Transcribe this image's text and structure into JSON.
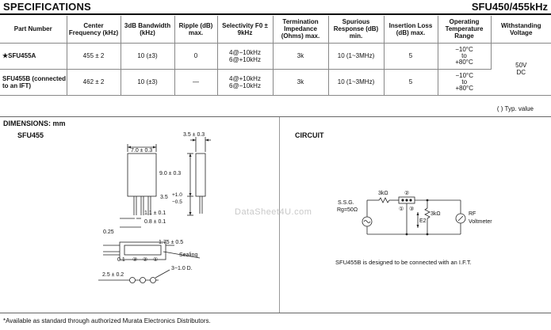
{
  "header": {
    "title": "SPECIFICATIONS",
    "model": "SFU450/455kHz"
  },
  "table": {
    "columns": [
      "Part Number",
      "Center Frequency (kHz)",
      "3dB Bandwidth (kHz)",
      "Ripple (dB) max.",
      "Selectivity F0 ± 9kHz",
      "Termination Impedance (Ohms) max.",
      "Spurious Response (dB) min.",
      "Insertion Loss (dB) max.",
      "Operating Temperature Range",
      "Withstanding Voltage"
    ],
    "rows": [
      {
        "part": "★SFU455A",
        "freq": "455 ± 2",
        "bw": "10 (±3)",
        "ripple": "0",
        "sel1": "4@−10kHz",
        "sel2": "6@+10kHz",
        "imp": "3k",
        "spur": "10 (1~3MHz)",
        "loss": "5",
        "t1": "−10°C",
        "t2": "to",
        "t3": "+80°C"
      },
      {
        "part": "SFU455B (connected to an IFT)",
        "freq": "462 ± 2",
        "bw": "10 (±3)",
        "ripple": "—",
        "sel1": "4@+10kHz",
        "sel2": "6@−10kHz",
        "imp": "3k",
        "spur": "10 (1~3MHz)",
        "loss": "5",
        "t1": "−10°C",
        "t2": "to",
        "t3": "+80°C"
      }
    ],
    "voltage_line1": "50V",
    "voltage_line2": "DC",
    "typ_note": "(   ) Typ. value"
  },
  "dimensions": {
    "title": "DIMENSIONS: mm",
    "part": "SFU455",
    "labels": {
      "width": "7.0 ± 0.3",
      "depth": "3.5 ± 0.3",
      "height": "9.0 ± 0.3",
      "lead": "3.5",
      "lead_tol_plus": "+1.0",
      "lead_tol_minus": "−0.5",
      "pitch1": "1.1 ± 0.1",
      "pitch2": "0.8 ± 0.1",
      "d025": "0.25",
      "d01": "0.1",
      "d175": "1.75 ± 0.5",
      "sealing": "Sealing",
      "p3": "③",
      "p2": "②",
      "p1": "①",
      "pitch25": "2.5 ± 0.2",
      "holes": "3−1.0 D."
    }
  },
  "circuit": {
    "title": "CIRCUIT",
    "r1": "3kΩ",
    "ssg": "S.S.G.",
    "rg": "Rg=50Ω",
    "p2": "②",
    "p1": "①",
    "p3": "③",
    "r2": "3kΩ",
    "e2": "E2",
    "rf": "RF",
    "voltmeter": "Voltmeter",
    "note": "SFU455B is designed to be connected with an I.F.T."
  },
  "watermark": "DataSheet4U.com",
  "footer": "*Available as standard through authorized Murata Electronics Distributors."
}
